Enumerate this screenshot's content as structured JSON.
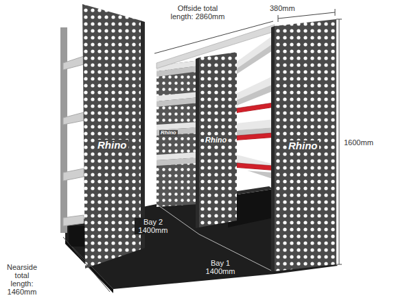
{
  "diagram": {
    "labels": [
      "Offside total length: 2860mm",
      "380mm",
      "1600mm",
      "Rhino",
      "Rhino",
      "Rhino",
      "Rhino",
      "Bay 2 1400mm",
      "Bay 1 1400mm",
      "Nearside total length: 1460mm"
    ]
  }
}
